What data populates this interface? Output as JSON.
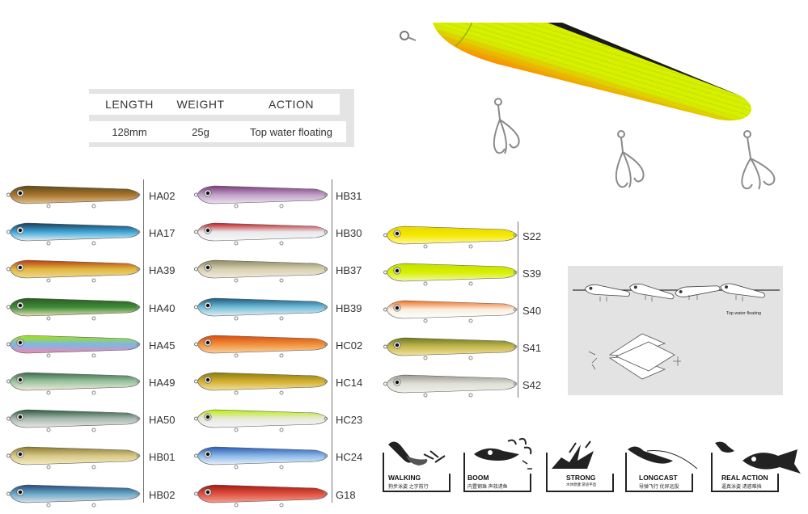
{
  "spec": {
    "headers": [
      "LENGTH",
      "WEIGHT",
      "ACTION"
    ],
    "values": [
      "128mm",
      "25g",
      "Top water floating"
    ]
  },
  "hero": {
    "body": "#d6f000",
    "belly": "#ff8a00",
    "back": "#1a1a1a"
  },
  "columns": [
    {
      "items": [
        {
          "code": "HA02",
          "top": "#5a4a1a",
          "mid": "#a8742c",
          "bottom": "#e0c090"
        },
        {
          "code": "HA17",
          "top": "#1c3a5a",
          "mid": "#3fa8d8",
          "bottom": "#e6eef2"
        },
        {
          "code": "HA39",
          "top": "#b83a0c",
          "mid": "#e0b840",
          "bottom": "#f0d890"
        },
        {
          "code": "HA40",
          "top": "#2a5a20",
          "mid": "#3d8a38",
          "bottom": "#e6e0b0"
        },
        {
          "code": "HA45",
          "top": "#a6e600",
          "mid": "#7bb8e8",
          "bottom": "#f088b0"
        },
        {
          "code": "HA49",
          "top": "#3c6a4a",
          "mid": "#9ac4a0",
          "bottom": "#f0e8d8"
        },
        {
          "code": "HA50",
          "top": "#2a5a3c",
          "mid": "#a8b8b0",
          "bottom": "#e8e8e8"
        },
        {
          "code": "HB01",
          "top": "#8a7a30",
          "mid": "#d8c888",
          "bottom": "#f4ecc0"
        },
        {
          "code": "HB02",
          "top": "#224a7a",
          "mid": "#6aa8c8",
          "bottom": "#d8e0e8"
        }
      ]
    },
    {
      "items": [
        {
          "code": "HB31",
          "top": "#7a3a7a",
          "mid": "#c0a0c8",
          "bottom": "#ece0ec"
        },
        {
          "code": "HB30",
          "top": "#c01a1a",
          "mid": "#e8e8ec",
          "bottom": "#f8f8f8"
        },
        {
          "code": "HB37",
          "top": "#8a8a60",
          "mid": "#d8d0b0",
          "bottom": "#f0ece0"
        },
        {
          "code": "HB39",
          "top": "#1a5a7a",
          "mid": "#70bcd8",
          "bottom": "#e4eef2"
        },
        {
          "code": "HC02",
          "top": "#d84a10",
          "mid": "#f0903a",
          "bottom": "#f8d0a0"
        },
        {
          "code": "HC14",
          "top": "#8a7a10",
          "mid": "#d4b030",
          "bottom": "#f0e0a0"
        },
        {
          "code": "HC23",
          "top": "#b8f000",
          "mid": "#e8e8e0",
          "bottom": "#f4f4f4"
        },
        {
          "code": "HC24",
          "top": "#2a5ab0",
          "mid": "#8ab8e8",
          "bottom": "#e8f0f8"
        },
        {
          "code": "G18",
          "top": "#a01a10",
          "mid": "#e05040",
          "bottom": "#f0a090"
        }
      ]
    },
    {
      "items": [
        {
          "code": "S22",
          "top": "#e8d800",
          "mid": "#f4e800",
          "bottom": "#fff6a0"
        },
        {
          "code": "S39",
          "top": "#c0e000",
          "mid": "#d8f000",
          "bottom": "#f0f8b0"
        },
        {
          "code": "S40",
          "top": "#f07020",
          "mid": "#f8f0e0",
          "bottom": "#ffffff"
        },
        {
          "code": "S41",
          "top": "#6a7a20",
          "mid": "#c8b850",
          "bottom": "#f0e4a0"
        },
        {
          "code": "S42",
          "top": "#9a9a90",
          "mid": "#e0e0d8",
          "bottom": "#f0f0ec"
        }
      ]
    }
  ],
  "diagram": {
    "caption": "Top water floating"
  },
  "features": [
    {
      "title": "WALKING",
      "subtitle": "狗步泳姿 之字前行"
    },
    {
      "title": "BOOM",
      "subtitle": "内置钢珠 声效诱鱼"
    },
    {
      "title": "STRONG",
      "subtitle": "水体稳健 游迹平直"
    },
    {
      "title": "LONGCAST",
      "subtitle": "导弹飞行 优异远投"
    },
    {
      "title": "REAL ACTION",
      "subtitle": "逼真泳姿 诱惑难挡"
    }
  ]
}
